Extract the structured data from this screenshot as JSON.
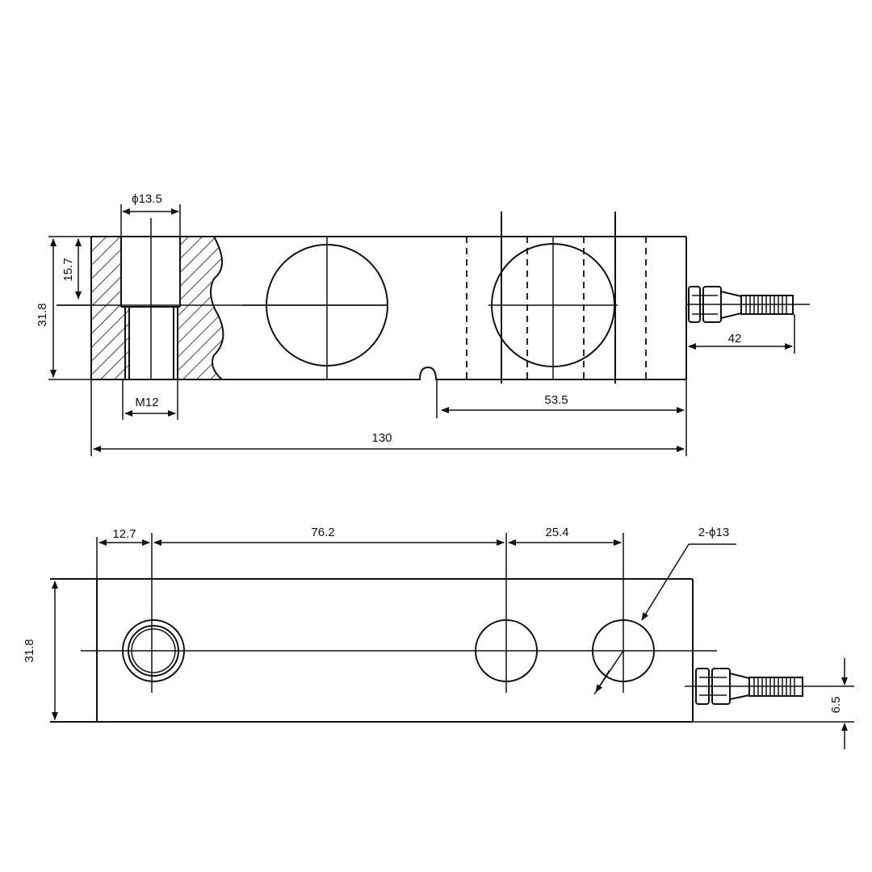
{
  "top_view": {
    "dims": {
      "hole_diameter": "ϕ13.5",
      "hole_depth": "15.7",
      "height": "31.8",
      "thread": "M12",
      "total_length": "130",
      "slot_to_end": "53.5",
      "cable_length": "42"
    }
  },
  "bottom_view": {
    "dims": {
      "edge_to_hole": "12.7",
      "hole_spacing": "76.2",
      "hole_pitch": "25.4",
      "holes_callout": "2-ϕ13",
      "height": "31.8",
      "cable_offset": "6.5"
    }
  },
  "colors": {
    "line": "#111111",
    "background": "#ffffff"
  }
}
